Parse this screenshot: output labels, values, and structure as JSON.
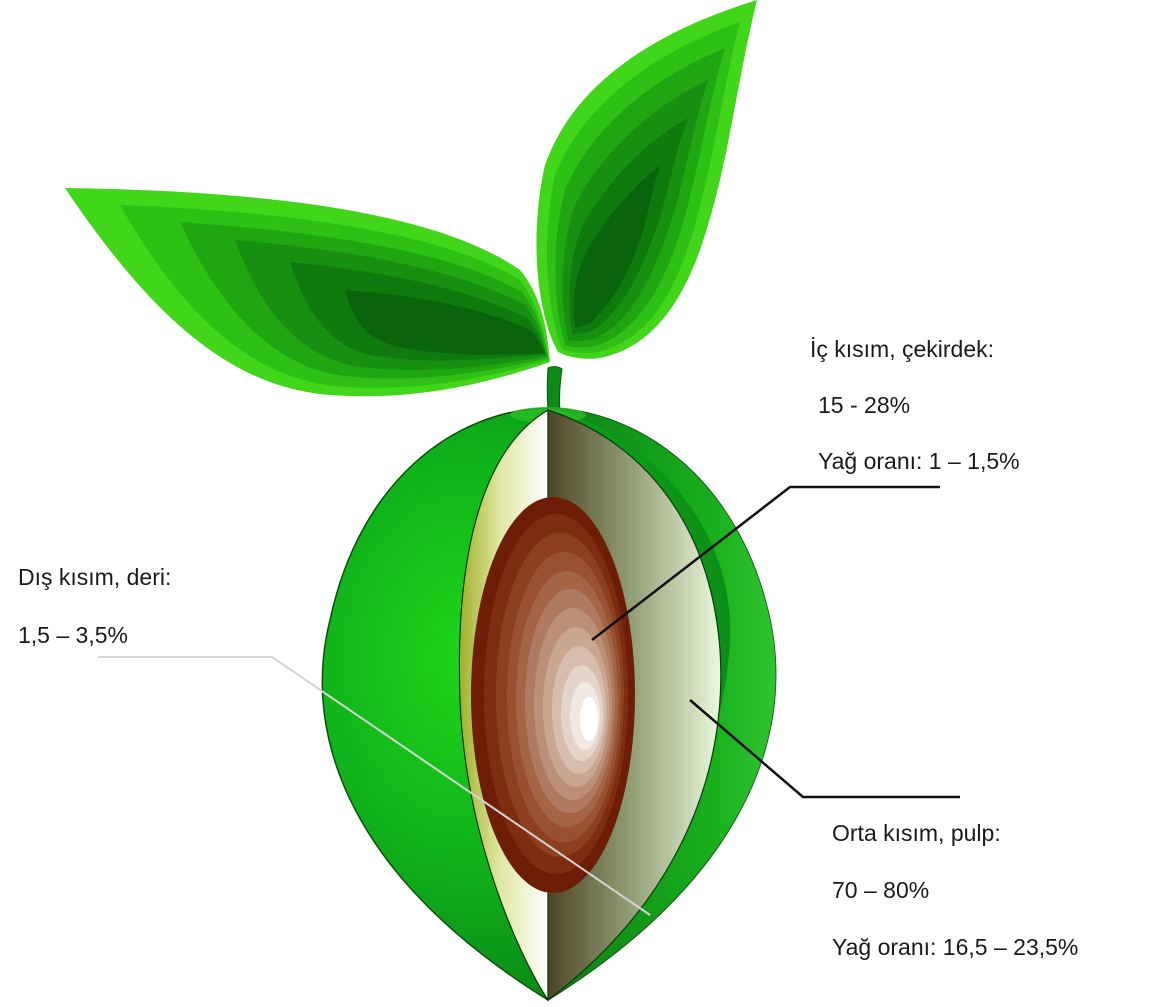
{
  "labels": {
    "inner": {
      "title": "İç kısım, çekirdek:",
      "share": "15 - 28%",
      "oil": "Yağ oranı: 1 – 1,5%"
    },
    "outer": {
      "title": "Dış kısım, deri:",
      "share": "1,5 – 3,5%"
    },
    "middle": {
      "title": "Orta kısım, pulp:",
      "share": "70 – 80%",
      "oil": "Yağ oranı: 16,5 – 23,5%"
    }
  },
  "colors": {
    "leaf_light": "#3fd41a",
    "leaf_dark": "#0a6a10",
    "skin_light": "#22d11a",
    "skin_dark": "#0a5a12",
    "pulp_light": "#eaf7df",
    "pulp_dark": "#5a5230",
    "pit_dark": "#6e1e06",
    "pit_light": "#ffffff"
  }
}
